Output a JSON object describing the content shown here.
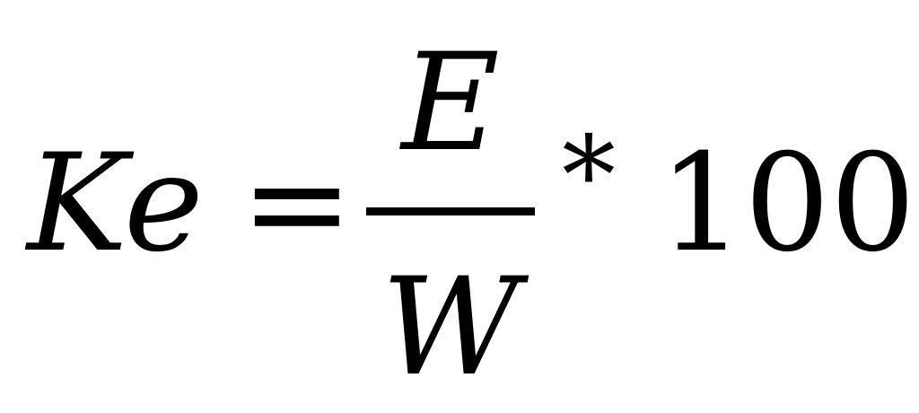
{
  "formula": {
    "lhs": "Ke",
    "equals": "=",
    "numerator": "E",
    "denominator": "W",
    "operator": "*",
    "constant": "100"
  }
}
